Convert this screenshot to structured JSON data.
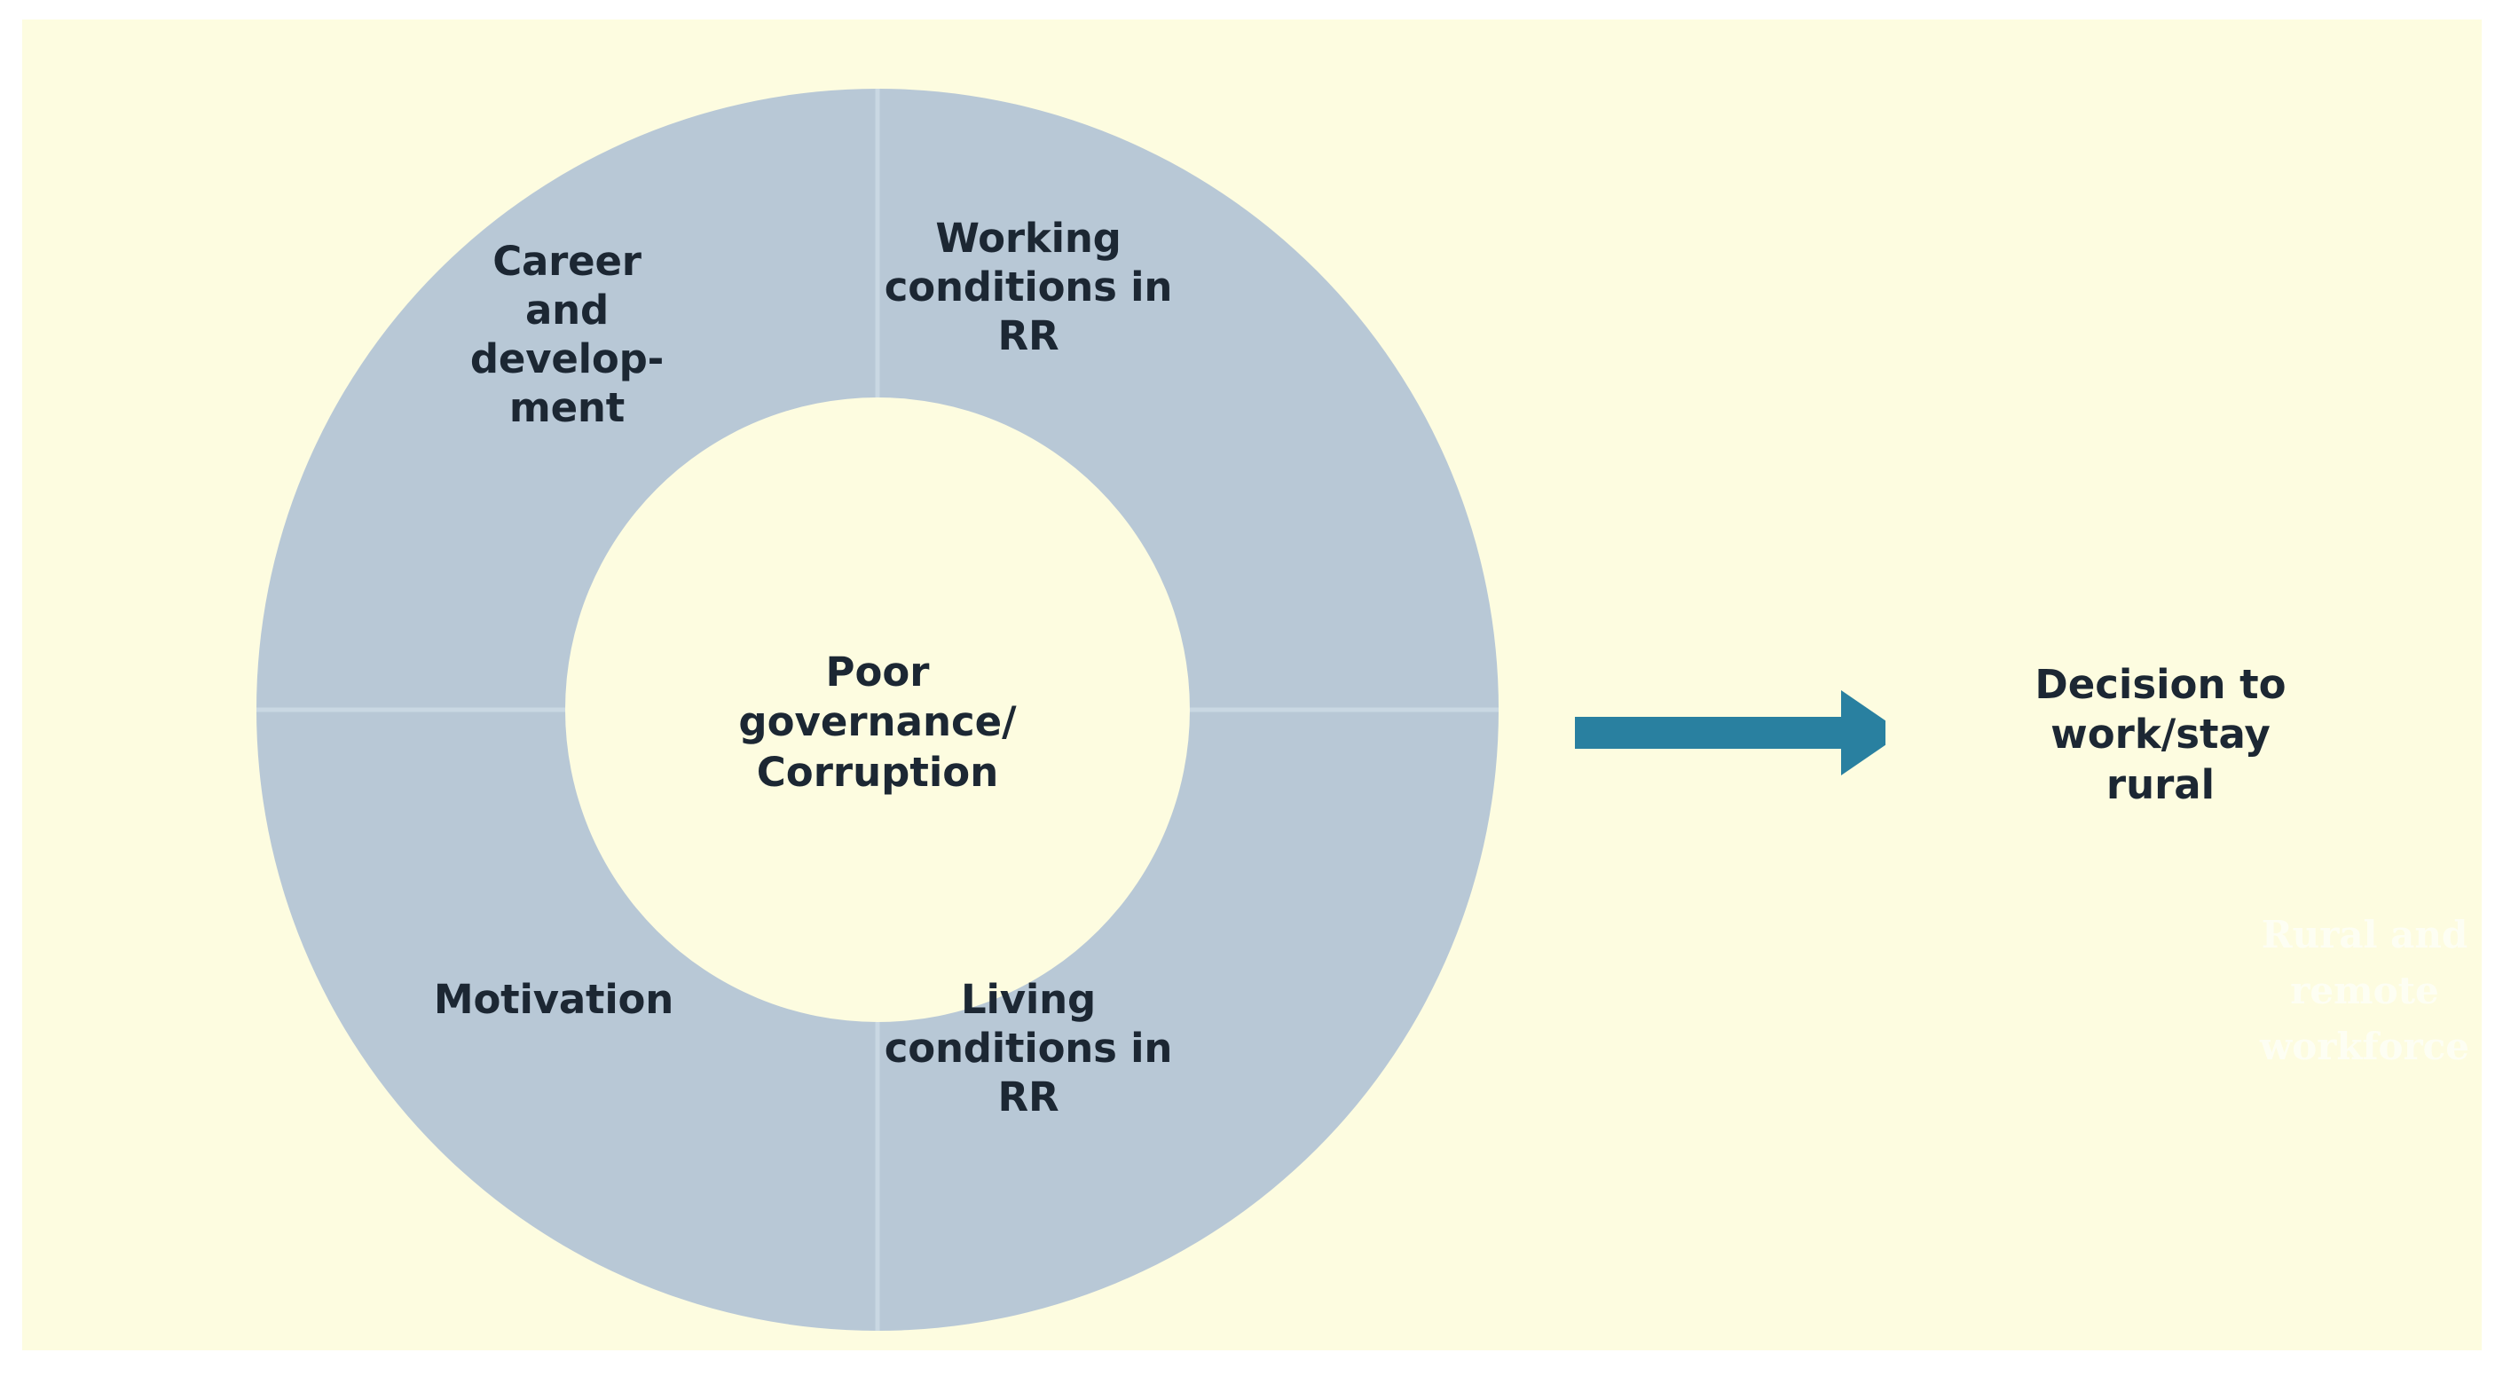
{
  "figure": {
    "background_color": "#fdfce0",
    "page_background_color": "#ffffff",
    "text_color": "#1c2733"
  },
  "donut": {
    "ring_color": "#b8c8d6",
    "ring_divider_color": "#c9d8e3",
    "hub_color": "#fdfce0",
    "center_label": "Poor\ngovernance/\nCorruption",
    "segments": [
      {
        "id": "career-and-development",
        "label": "Career\nand\ndevelop-\nment",
        "position": "top-left"
      },
      {
        "id": "working-conditions",
        "label": "Working\nconditions in\nRR",
        "position": "top-right"
      },
      {
        "id": "motivation",
        "label": "Motivation",
        "position": "bottom-left"
      },
      {
        "id": "living-conditions",
        "label": "Living\nconditions in\nRR",
        "position": "bottom-right"
      }
    ]
  },
  "arrow": {
    "color": "#2980a0",
    "direction": "right"
  },
  "outcome": {
    "label": "Decision to\nwork/stay\nrural"
  },
  "watermark": {
    "label": "Rural and\nremote\nworkforce",
    "color": "#fefff5"
  },
  "chart_data": {
    "type": "pie",
    "title": "Poor governance/Corruption",
    "subtitle": "",
    "xlabel": "",
    "ylabel": "",
    "legend_position": "in-slice",
    "grid": false,
    "hole_fraction": 0.503,
    "center_label": "Poor governance/Corruption",
    "categories": [
      "Career and development",
      "Working conditions in RR",
      "Living conditions in RR",
      "Motivation"
    ],
    "values": [
      25,
      25,
      25,
      25
    ],
    "slice_labels": [
      "Career and develop-ment",
      "Working conditions in RR",
      "Living conditions in RR",
      "Motivation"
    ],
    "slice_color": "#b8c8d6",
    "annotations": [
      {
        "text": "Decision to work/stay rural",
        "type": "outcome",
        "connector": "arrow-right"
      }
    ]
  }
}
